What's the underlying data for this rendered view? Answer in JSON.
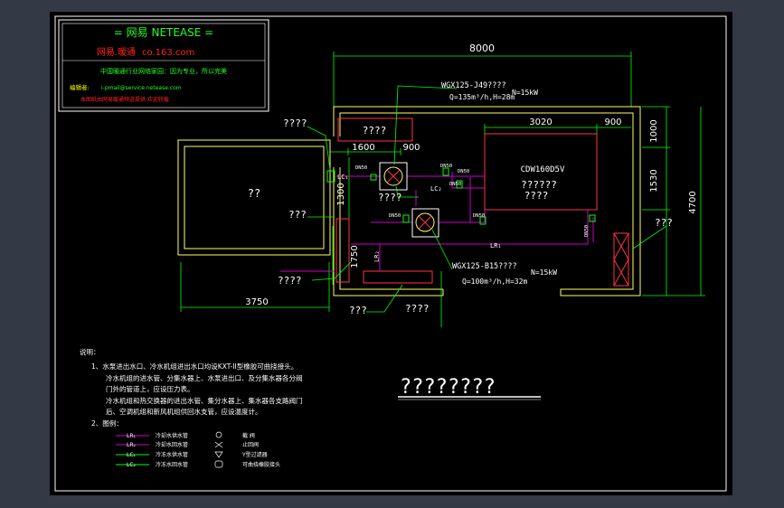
{
  "colors": {
    "canvas_bg": "#000000",
    "outer_bg": "#333a45",
    "frame": "#ffffff",
    "dim": "#00ff00",
    "wall": "#ffff66",
    "pipe": "#cc00cc",
    "supply": "#00ff00",
    "equipment": "#ff3344",
    "stamp_red": "#ff2222",
    "stamp_green": "#22ff22",
    "stamp_yellow": "#ffff00"
  },
  "stamp": {
    "title": "= 网易 NETEASE =",
    "subtitle_cn": "网易.暖通",
    "subtitle_url": "co.163.com",
    "slogan": "中国暖通行业网络家园：因为专业，所以完美",
    "editor_label": "编辑者:",
    "editor_value": "i-pmail@service.netease.com",
    "footer": "本图纸由网易暖通频道提供 欢迎转载"
  },
  "dims": {
    "total_width": "8000",
    "d3020": "3020",
    "d900_right": "900",
    "d1000": "1000",
    "d1530": "1530",
    "d4700": "4700",
    "d1600": "1600",
    "d900_mid": "900",
    "d1300": "1300",
    "d1750": "1750",
    "d3750": "3750"
  },
  "labels": {
    "pump_top": "WGX125-J49????",
    "pump_top_power": "N=15kW",
    "pump_top_flow": "Q=135m³/h,H=28m",
    "pump_bot": "WGX125-B15????",
    "pump_bot_power": "N=15kW",
    "pump_bot_flow": "Q=100m³/h,H=32m",
    "chiller_model": "CDW160D5V",
    "chiller_name": "??????",
    "chiller_sub": "????",
    "tank": "????",
    "left_room": "??",
    "callout_1": "????",
    "callout_2": "???",
    "callout_3": "????",
    "callout_4": "???",
    "callout_5": "????",
    "callout_6": "????",
    "callout_7": "???",
    "pipe_lc1": "LC₁",
    "pipe_lc2": "LC₂",
    "pipe_lr1": "LR₁",
    "pipe_lr2": "LR₂",
    "dn50": "DN50",
    "big_title": "????????"
  },
  "notes": {
    "heading": "说明：",
    "line1": "1、水泵进出水口、冷水机组进出水口均设KXT-II型橡胶可曲挠接头。",
    "line2": "冷水机组的进水管、分集水器上、水泵进出口、及分集水器各分阀",
    "line3": "门外的管道上，应设压力表。",
    "line4": "冷水机组和热交换器的进出水管、集分水器上、集水器各支路阀门",
    "line5": "后、空调机组和新风机组供回水支管，应设温度计。",
    "line6": "2、图例："
  },
  "legend": [
    {
      "code": "LR₁",
      "desc": "冷却水供水管",
      "sym": "截 阀"
    },
    {
      "code": "LR₂",
      "desc": "冷却水回水管",
      "sym": "止回阀"
    },
    {
      "code": "LC₁",
      "desc": "冷冻水供水管",
      "sym": "Y型过滤器"
    },
    {
      "code": "LC₂",
      "desc": "冷冻水回水管",
      "sym": "可曲挠橡胶接头"
    }
  ]
}
